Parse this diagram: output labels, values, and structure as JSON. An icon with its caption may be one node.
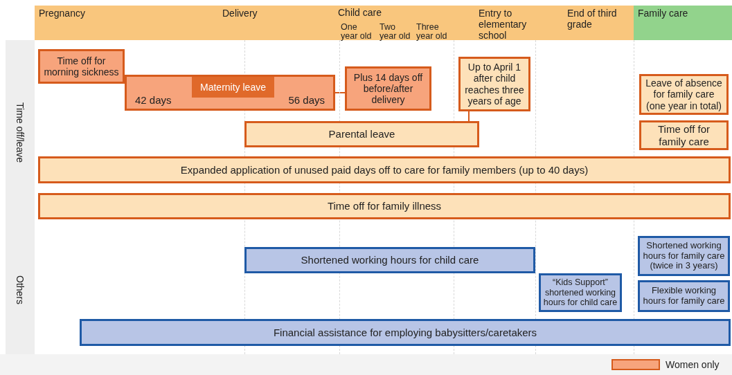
{
  "diagram": {
    "nodes": [
      {
        "text": [
          "Pregnancy"
        ]
      },
      {
        "text": [
          "Delivery"
        ]
      },
      {
        "text": [
          "Child care",
          "One year old",
          "Two year old",
          "Three year old"
        ]
      },
      {
        "text": [
          "Entry to elementary school"
        ]
      },
      {
        "text": [
          "End of third grade"
        ]
      },
      {
        "text": [
          "Family care"
        ]
      },
      {
        "text": [
          "Time off/leave"
        ]
      },
      {
        "text": [
          "Time off for morning sickness"
        ]
      },
      {
        "text": [
          "Up to April 1 after child reaches three years of age"
        ]
      },
      {
        "text": [
          "Plus 14 days off before/after delivery"
        ]
      },
      {
        "text": [
          "42 days",
          "56 days"
        ]
      },
      {
        "text": [
          "Maternity leave"
        ],
        "in": 10
      },
      {
        "text": [
          "Leave of absence for family care (one year in total)"
        ]
      },
      {
        "text": [
          "Parental leave"
        ]
      },
      {
        "text": [
          "Time off for family care"
        ]
      },
      {
        "text": [
          "Expanded application of unused paid days off to care for family members (up to 40 days)"
        ]
      },
      {
        "text": [
          "Time off for family illness"
        ]
      },
      {
        "text": [
          "Others"
        ]
      },
      {
        "text": [
          "Shortened working hours for family care (twice in 3 years)"
        ]
      },
      {
        "text": [
          "Shortened working hours for child care"
        ]
      },
      {
        "text": [
          "“Kids Support” shortened working hours for child care"
        ]
      },
      {
        "text": [
          "Flexible working hours for family care"
        ]
      },
      {
        "text": [
          "Financial assistance for employing babysitters/caretakers"
        ]
      }
    ],
    "edges": [
      {
        "from": 10,
        "to": 9,
        "arrow": "none"
      },
      {
        "from": 8,
        "to": 13,
        "arrow": "none"
      }
    ],
    "legend": [
      {
        "text": "Women only",
        "color": "#f7a47c"
      }
    ]
  }
}
